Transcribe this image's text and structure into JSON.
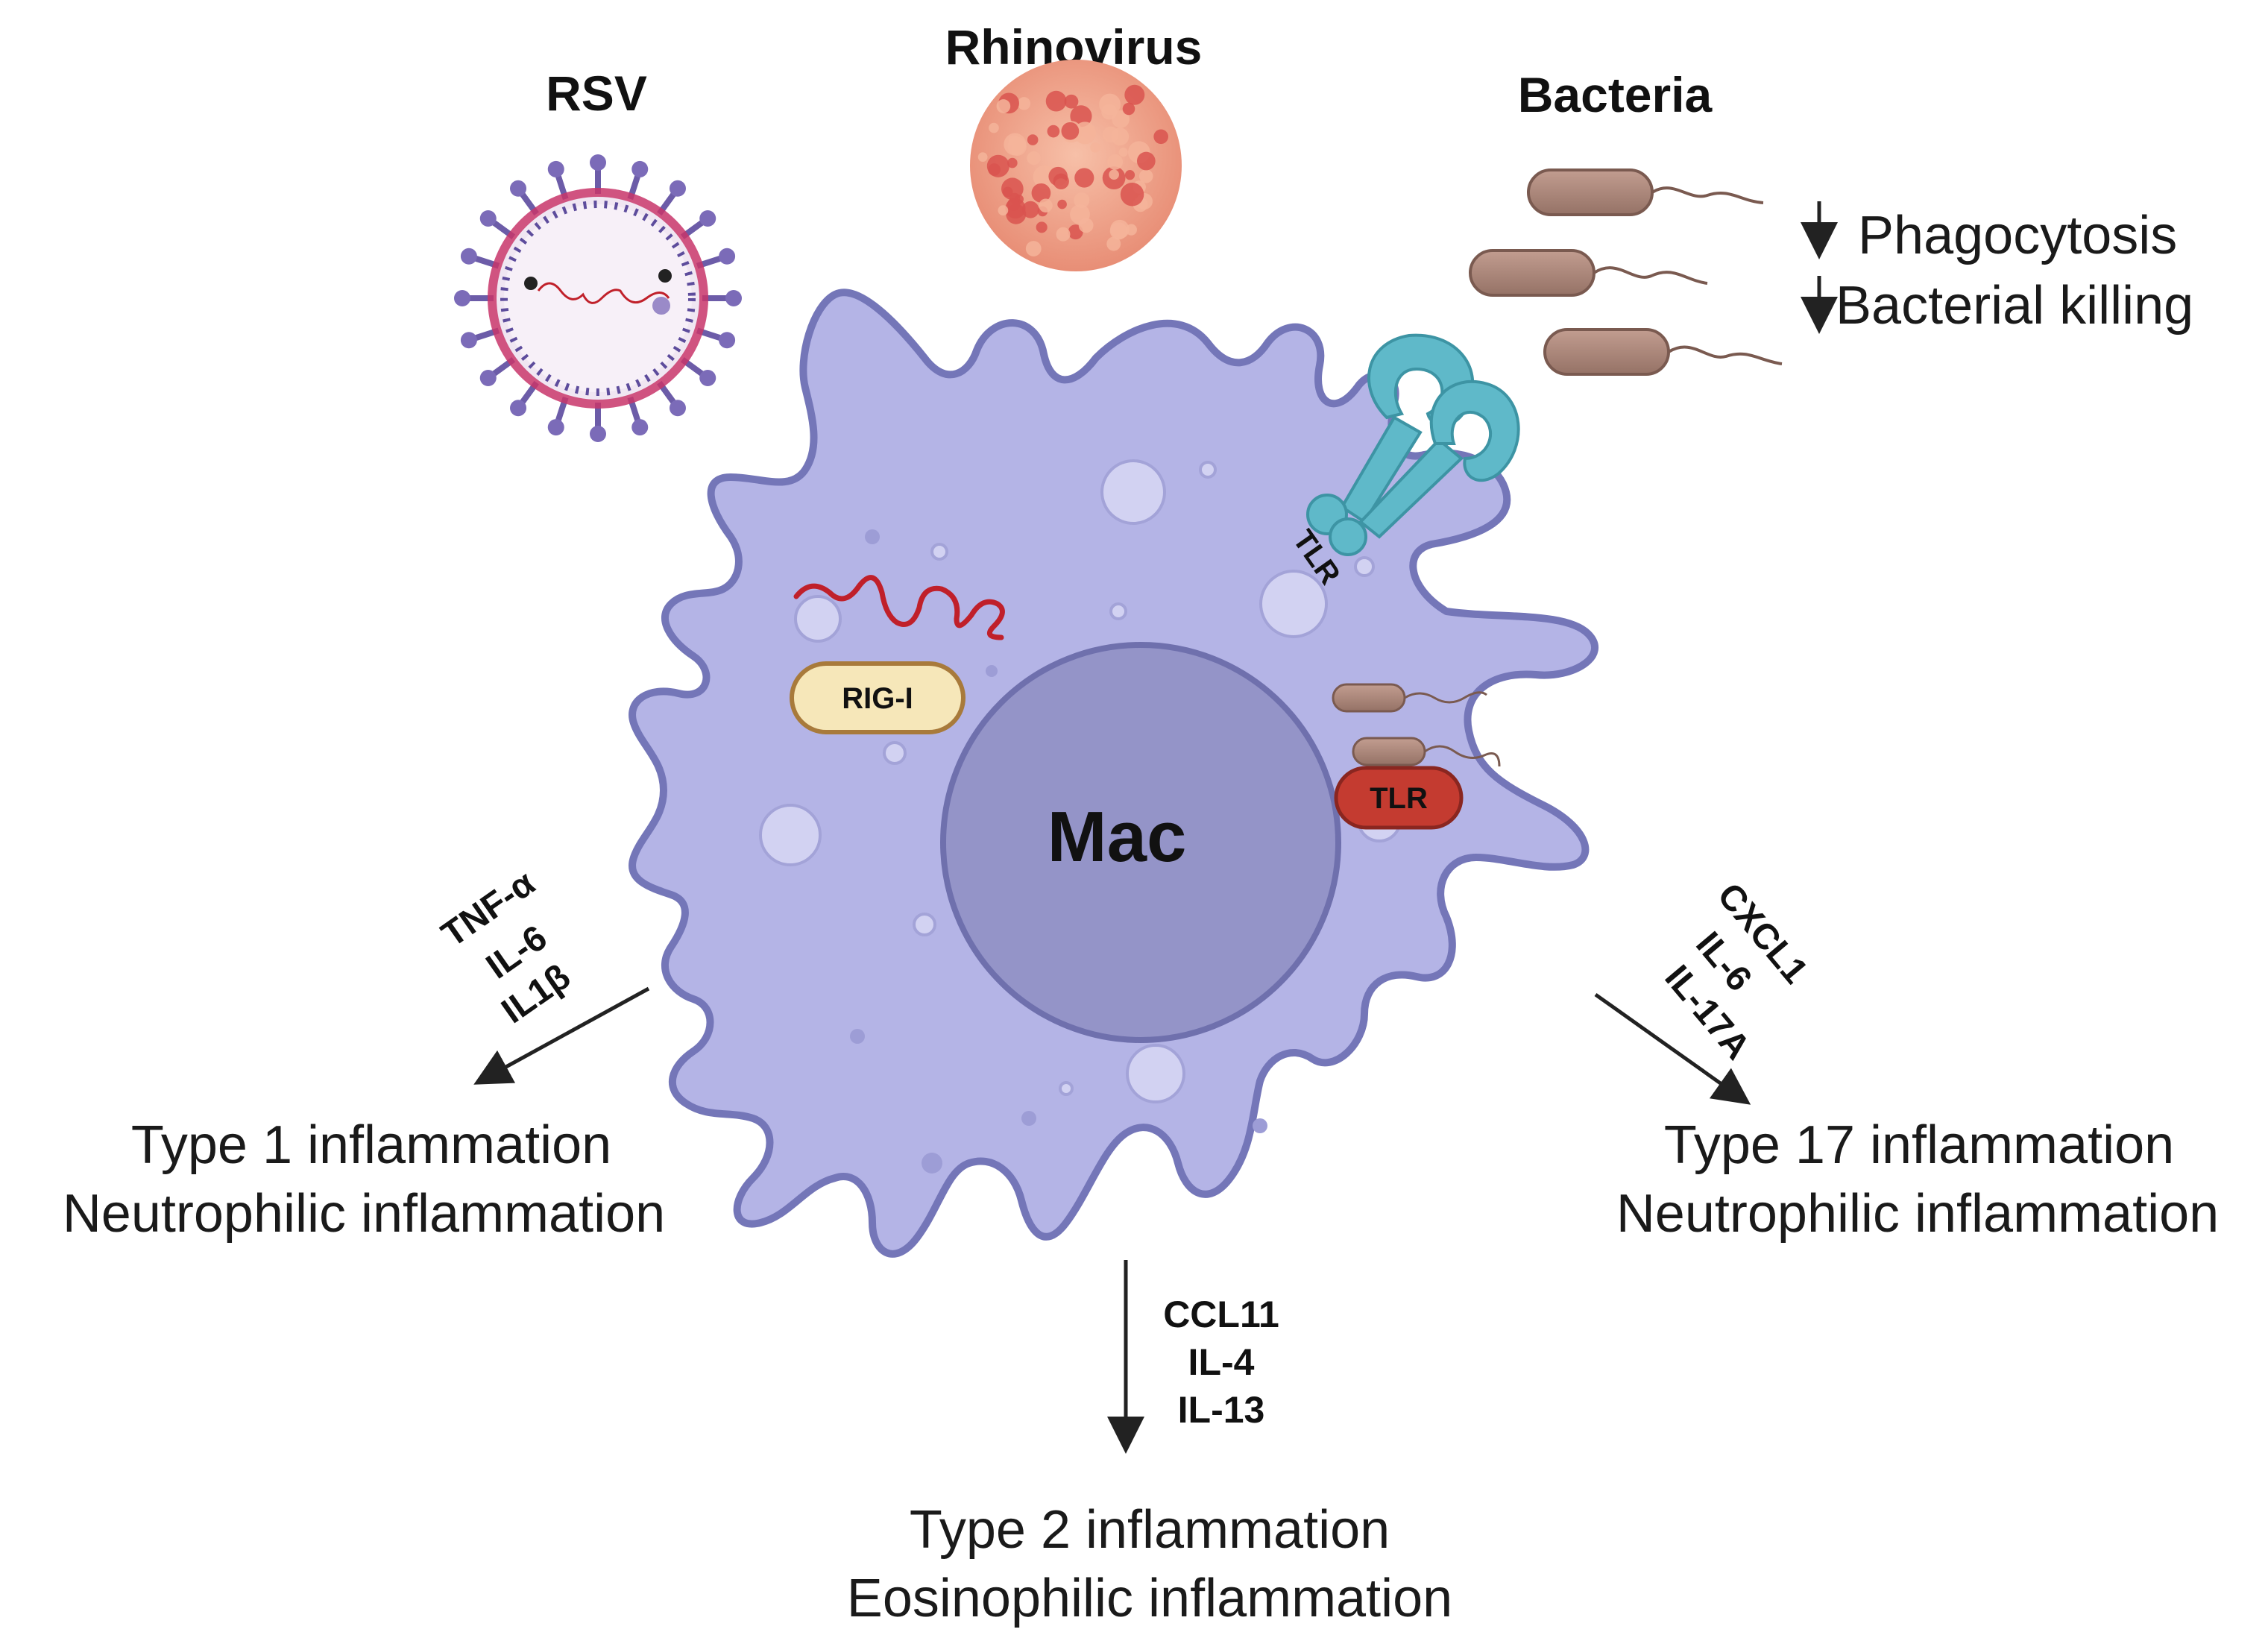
{
  "pathogens": {
    "rsv": "RSV",
    "rhinovirus": "Rhinovirus",
    "bacteria": "Bacteria"
  },
  "effects": {
    "line1": "Phagocytosis",
    "line2": "Bacterial killing"
  },
  "cell": {
    "name": "Mac",
    "receptor_surface": "TLR",
    "receptor_internal": "TLR",
    "rig": "RIG-I"
  },
  "left": {
    "cytokines": [
      "TNF-α",
      "IL-6",
      "IL1β"
    ],
    "outcome1": "Type 1 inflammation",
    "outcome2": "Neutrophilic inflammation"
  },
  "right": {
    "cytokines": [
      "CXCL1",
      "IL-6",
      "IL-17A"
    ],
    "outcome1": "Type 17 inflammation",
    "outcome2": "Neutrophilic inflammation"
  },
  "bottom": {
    "cytokines": [
      "CCL11",
      "IL-4",
      "IL-13"
    ],
    "outcome1": "Type 2 inflammation",
    "outcome2": "Eosinophilic inflammation"
  },
  "colors": {
    "cell_fill": "#b4b4e6",
    "cell_stroke": "#7476b8",
    "nucleus_fill": "#9494c8",
    "nucleus_stroke": "#6f70ad",
    "tlr_surface": "#5fb9c9",
    "tlr_internal": "#c43b30",
    "rig_fill": "#f6e7b9",
    "rig_stroke": "#a87a3b",
    "rna": "#c0202a",
    "bacteria_fill": "#a88478",
    "rhinovirus": "#e98070",
    "rsv_spike": "#6c5ca8"
  }
}
